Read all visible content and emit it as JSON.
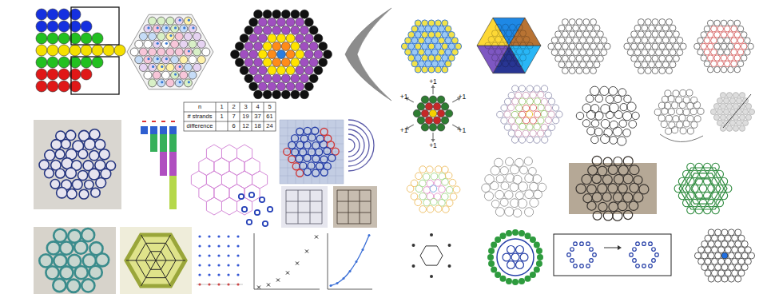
{
  "diagram": {
    "labels": [
      "n",
      "1",
      "2",
      "3",
      "4",
      "5",
      "# strands",
      "1",
      "7",
      "19",
      "37",
      "61",
      "difference",
      "6",
      "12",
      "18",
      "24",
      "+1",
      "+1",
      "+1",
      "+1",
      "+1",
      "+1"
    ]
  }
}
